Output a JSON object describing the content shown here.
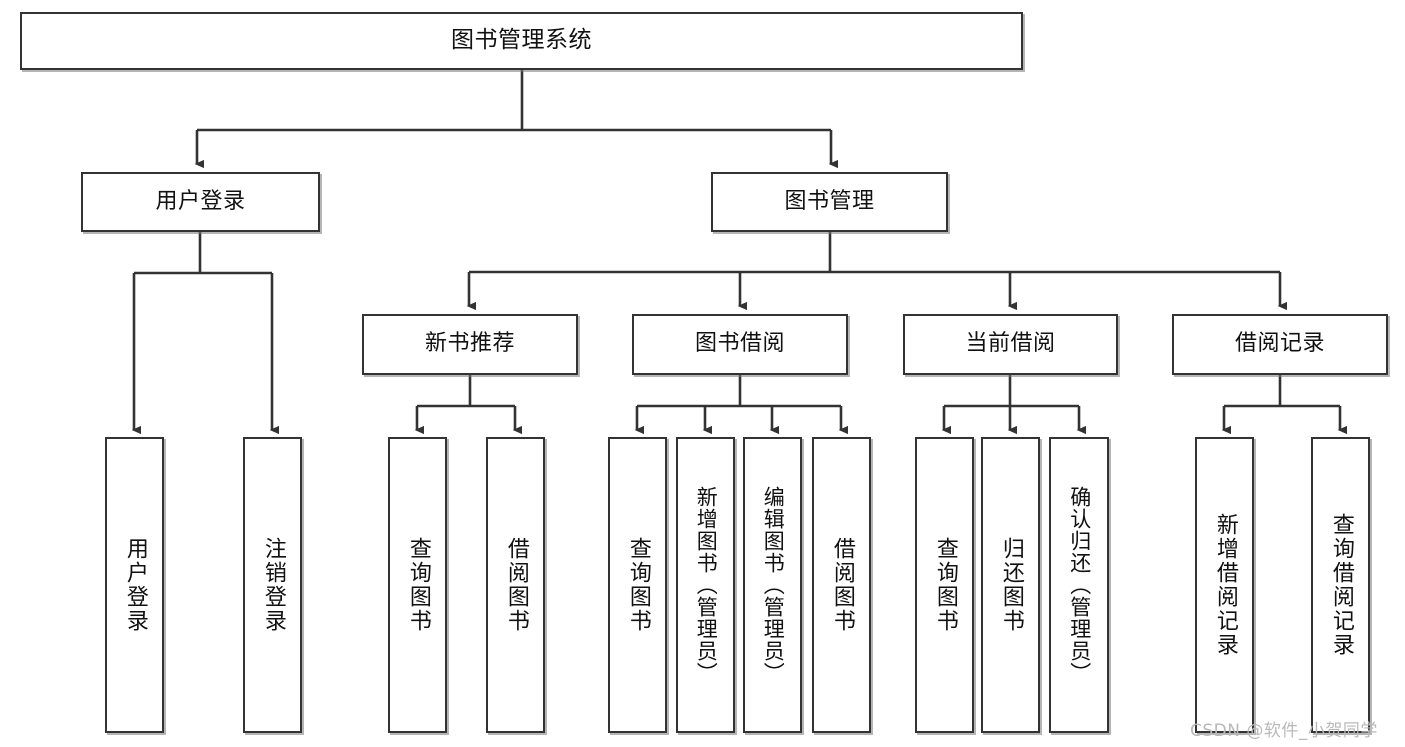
{
  "diagram": {
    "type": "tree",
    "title": "图书管理系统",
    "watermark": "CSDN @软件_小贺同学",
    "colors": {
      "box_border": "#333333",
      "box_fill": "#ffffff",
      "edge": "#333333",
      "watermark": "#b9b9b9"
    },
    "levels": {
      "root": "图书管理系统",
      "level2": [
        "用户登录",
        "图书管理"
      ],
      "level3": [
        "新书推荐",
        "图书借阅",
        "当前借阅",
        "借阅记录"
      ],
      "leaves": [
        "用户登录",
        "注销登录",
        "查询图书",
        "借阅图书",
        "查询图书",
        "新增图书（管理员）",
        "编辑图书（管理员）",
        "借阅图书",
        "查询图书",
        "归还图书",
        "确认归还（管理员）",
        "新增借阅记录",
        "查询借阅记录"
      ]
    },
    "nodes": {
      "root": {
        "label": "图书管理系统"
      },
      "user_login": {
        "label": "用户登录"
      },
      "book_manage": {
        "label": "图书管理"
      },
      "new_book_rec": {
        "label": "新书推荐"
      },
      "book_borrow": {
        "label": "图书借阅"
      },
      "current_borrow": {
        "label": "当前借阅"
      },
      "borrow_record": {
        "label": "借阅记录"
      },
      "leaf_user_login": {
        "label": "用户登录"
      },
      "leaf_logout": {
        "label": "注销登录"
      },
      "leaf_query_book_1": {
        "label": "查询图书"
      },
      "leaf_borrow_book_1": {
        "label": "借阅图书"
      },
      "leaf_query_book_2": {
        "label": "查询图书"
      },
      "leaf_add_book_admin": {
        "label": "新增图书（管理员）"
      },
      "leaf_edit_book_admin": {
        "label": "编辑图书（管理员）"
      },
      "leaf_borrow_book_2": {
        "label": "借阅图书"
      },
      "leaf_query_book_3": {
        "label": "查询图书"
      },
      "leaf_return_book": {
        "label": "归还图书"
      },
      "leaf_confirm_return_admin": {
        "label": "确认归还（管理员）"
      },
      "leaf_add_borrow_record": {
        "label": "新增借阅记录"
      },
      "leaf_query_borrow_record": {
        "label": "查询借阅记录"
      }
    }
  }
}
